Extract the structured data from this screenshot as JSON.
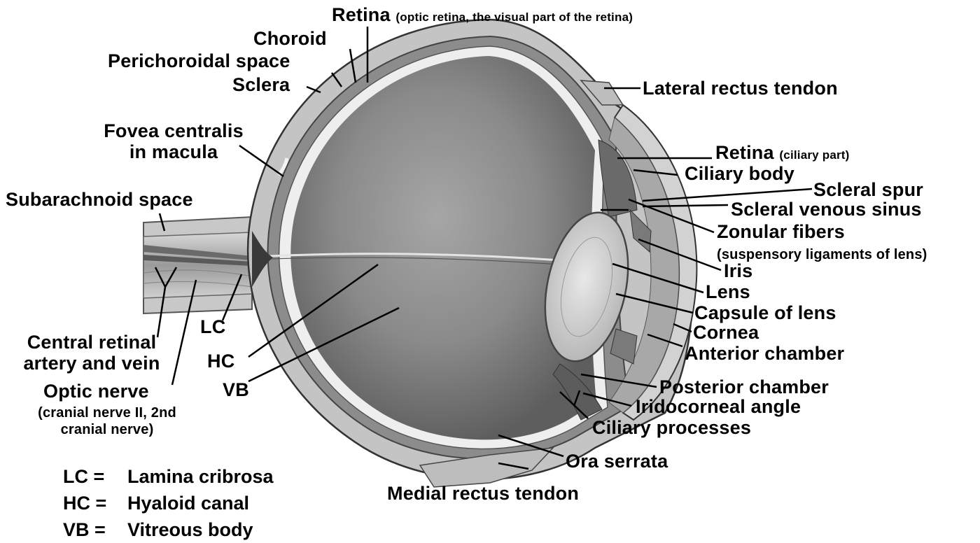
{
  "labels": {
    "retina_optic": {
      "main": "Retina",
      "sub": "(optic retina, the visual part of the retina)"
    },
    "choroid": "Choroid",
    "perichoroidal_space": "Perichoroidal space",
    "sclera": "Sclera",
    "fovea": [
      "Fovea centralis",
      "in macula"
    ],
    "subarachnoid_space": "Subarachnoid space",
    "lateral_rectus_tendon": "Lateral rectus tendon",
    "retina_ciliary": {
      "main": "Retina",
      "sub": "(ciliary part)"
    },
    "ciliary_body": "Ciliary body",
    "scleral_spur": "Scleral spur",
    "scleral_venous_sinus": "Scleral venous sinus",
    "zonular_fibers": "Zonular fibers",
    "zonular_fibers_sub": "(suspensory ligaments of lens)",
    "iris": "Iris",
    "lens": "Lens",
    "capsule_of_lens": "Capsule of lens",
    "cornea": "Cornea",
    "anterior_chamber": "Anterior chamber",
    "posterior_chamber": "Posterior chamber",
    "iridocorneal_angle": "Iridocorneal angle",
    "ciliary_processes": "Ciliary processes",
    "ora_serrata": "Ora serrata",
    "medial_rectus_tendon": "Medial rectus tendon",
    "lc": "LC",
    "hc": "HC",
    "vb": "VB",
    "central_retinal": [
      "Central retinal",
      "artery and vein"
    ],
    "optic_nerve": "Optic nerve",
    "optic_nerve_sub": [
      "(cranial nerve II, 2nd",
      "cranial nerve)"
    ]
  },
  "legend": [
    {
      "abbr": "LC =",
      "term": "Lamina cribrosa"
    },
    {
      "abbr": "HC =",
      "term": "Hyaloid canal"
    },
    {
      "abbr": "VB =",
      "term": "Vitreous body"
    }
  ],
  "colors": {
    "ink": "#000000",
    "tissue_dark": "#6e6e6e",
    "tissue_mid": "#9a9a9a",
    "tissue_light": "#d6d6d6",
    "background": "#ffffff"
  }
}
